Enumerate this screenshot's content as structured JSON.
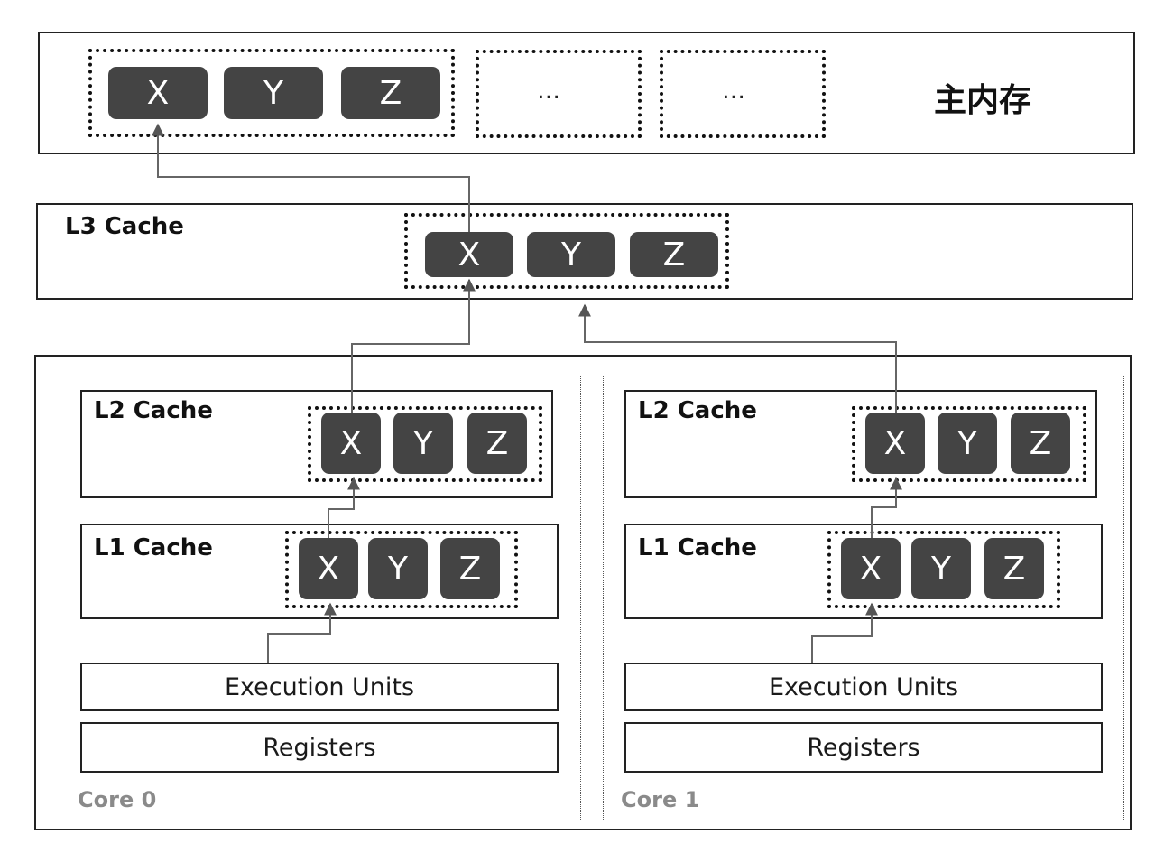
{
  "main_memory": {
    "label": "主内存",
    "cells": [
      "X",
      "Y",
      "Z"
    ],
    "placeholders": [
      "…",
      "…"
    ]
  },
  "l3": {
    "label": "L3 Cache",
    "cells": [
      "X",
      "Y",
      "Z"
    ]
  },
  "cores": [
    {
      "label": "Core 0",
      "l2": {
        "label": "L2 Cache",
        "cells": [
          "X",
          "Y",
          "Z"
        ]
      },
      "l1": {
        "label": "L1 Cache",
        "cells": [
          "X",
          "Y",
          "Z"
        ]
      },
      "execution_units": "Execution Units",
      "registers": "Registers"
    },
    {
      "label": "Core 1",
      "l2": {
        "label": "L2 Cache",
        "cells": [
          "X",
          "Y",
          "Z"
        ]
      },
      "l1": {
        "label": "L1 Cache",
        "cells": [
          "X",
          "Y",
          "Z"
        ]
      },
      "execution_units": "Execution Units",
      "registers": "Registers"
    }
  ]
}
